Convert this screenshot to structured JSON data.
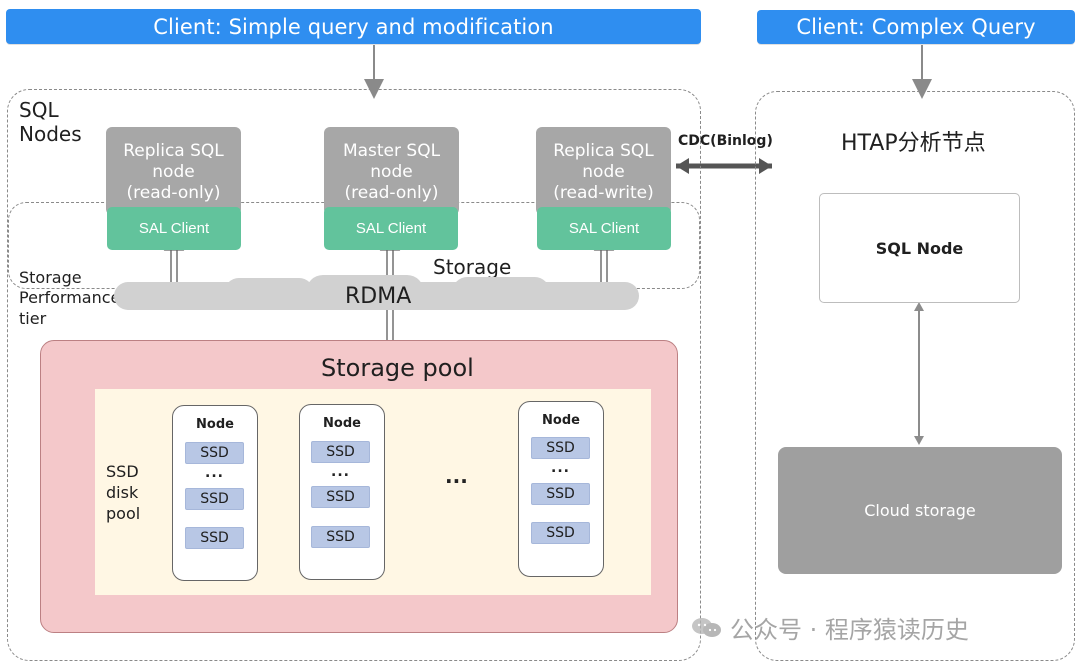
{
  "client": {
    "left_label": "Client: Simple query and modification",
    "right_label": "Client: Complex Query"
  },
  "sql_zone": {
    "label": "SQL\nNodes",
    "storage_perf_label": "Storage\nPerformance\ntier",
    "storage_label": "Storage",
    "rdma_label": "RDMA"
  },
  "sql_nodes": [
    {
      "label": "Replica SQL\nnode\n(read-only)"
    },
    {
      "label": "Master SQL\nnode\n(read-only)"
    },
    {
      "label": "Replica SQL\nnode\n(read-write)"
    }
  ],
  "sal_clients": [
    {
      "label": "SAL Client"
    },
    {
      "label": "SAL Client"
    },
    {
      "label": "SAL Client"
    }
  ],
  "cdc": {
    "label": "CDC(Binlog)"
  },
  "htap": {
    "title": "HTAP分析节点",
    "sql_node_label": "SQL Node",
    "cloud_storage_label": "Cloud storage"
  },
  "storage_pool": {
    "title": "Storage pool",
    "ssd_disk_pool_label": "SSD\ndisk\npool",
    "middle_ellipsis": "...",
    "nodes": [
      {
        "title": "Node",
        "items": [
          "SSD",
          "...",
          "SSD",
          "SSD"
        ]
      },
      {
        "title": "Node",
        "items": [
          "SSD",
          "...",
          "SSD",
          "SSD"
        ]
      },
      {
        "title": "Node",
        "items": [
          "SSD",
          "...",
          "SSD",
          "SSD"
        ]
      }
    ]
  },
  "watermark": {
    "text": "公众号 · 程序猿读历史"
  },
  "colors": {
    "client_blue": "#2f8ef0",
    "sql_node_gray": "#a7a7a7",
    "sal_green": "#62c39c",
    "storage_pool_pink": "#f4c8ca",
    "inner_pool_cream": "#fff7e4",
    "ssd_blue": "#b8c7e5",
    "cloud_storage_gray": "#9f9f9f"
  }
}
